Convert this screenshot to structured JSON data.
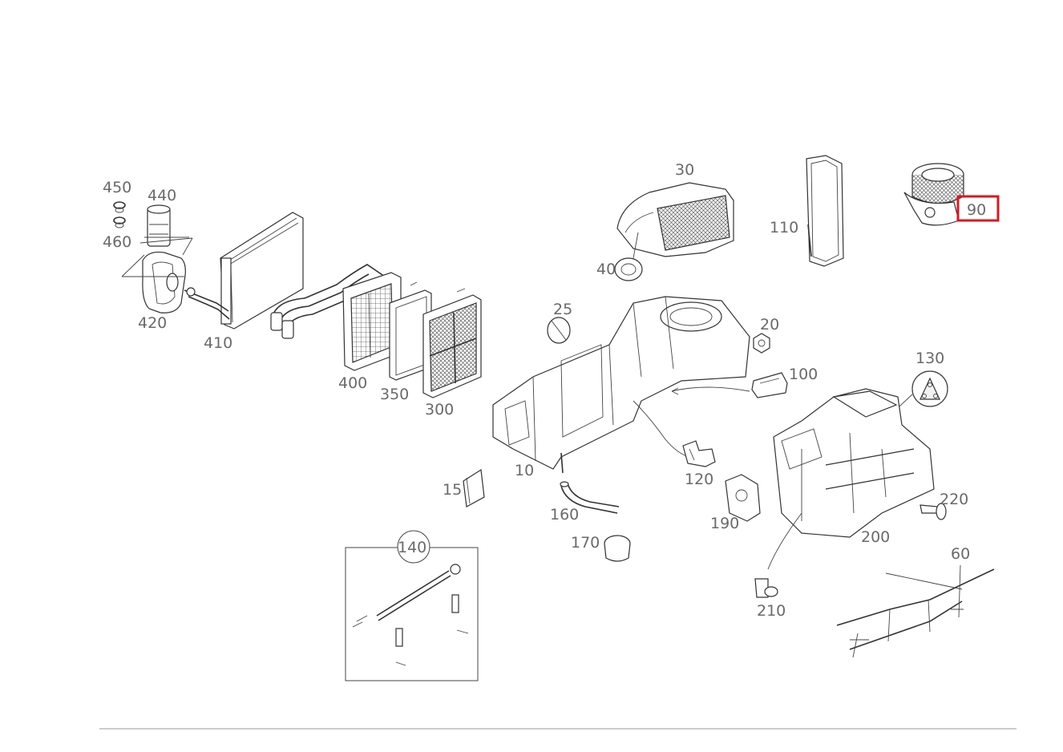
{
  "highlight_color": "#e0151d",
  "highlighted_part": "90",
  "parts": {
    "p10": "10",
    "p15": "15",
    "p20": "20",
    "p25": "25",
    "p30": "30",
    "p40": "40",
    "p60": "60",
    "p90": "90",
    "p100": "100",
    "p110": "110",
    "p120": "120",
    "p130": "130",
    "p140": "140",
    "p160": "160",
    "p170": "170",
    "p190": "190",
    "p200": "200",
    "p210": "210",
    "p220": "220",
    "p300": "300",
    "p350": "350",
    "p400": "400",
    "p410": "410",
    "p420": "420",
    "p440": "440",
    "p450": "450",
    "p460": "460"
  }
}
